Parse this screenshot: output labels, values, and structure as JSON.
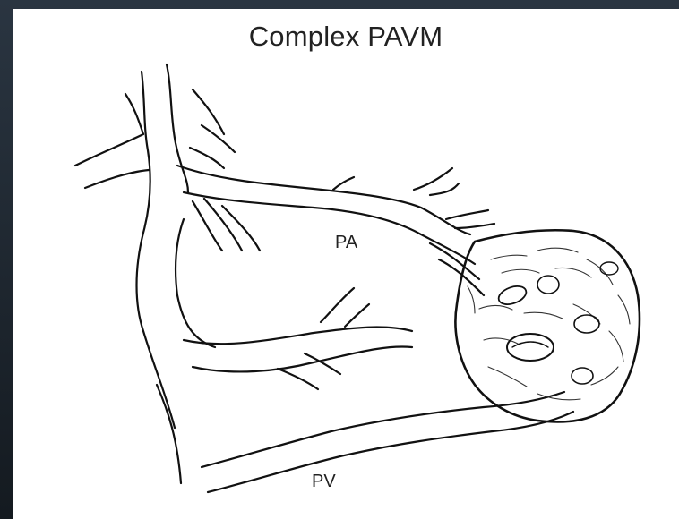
{
  "title": "Complex PAVM",
  "labels": {
    "artery": "PA",
    "vein": "PV"
  }
}
